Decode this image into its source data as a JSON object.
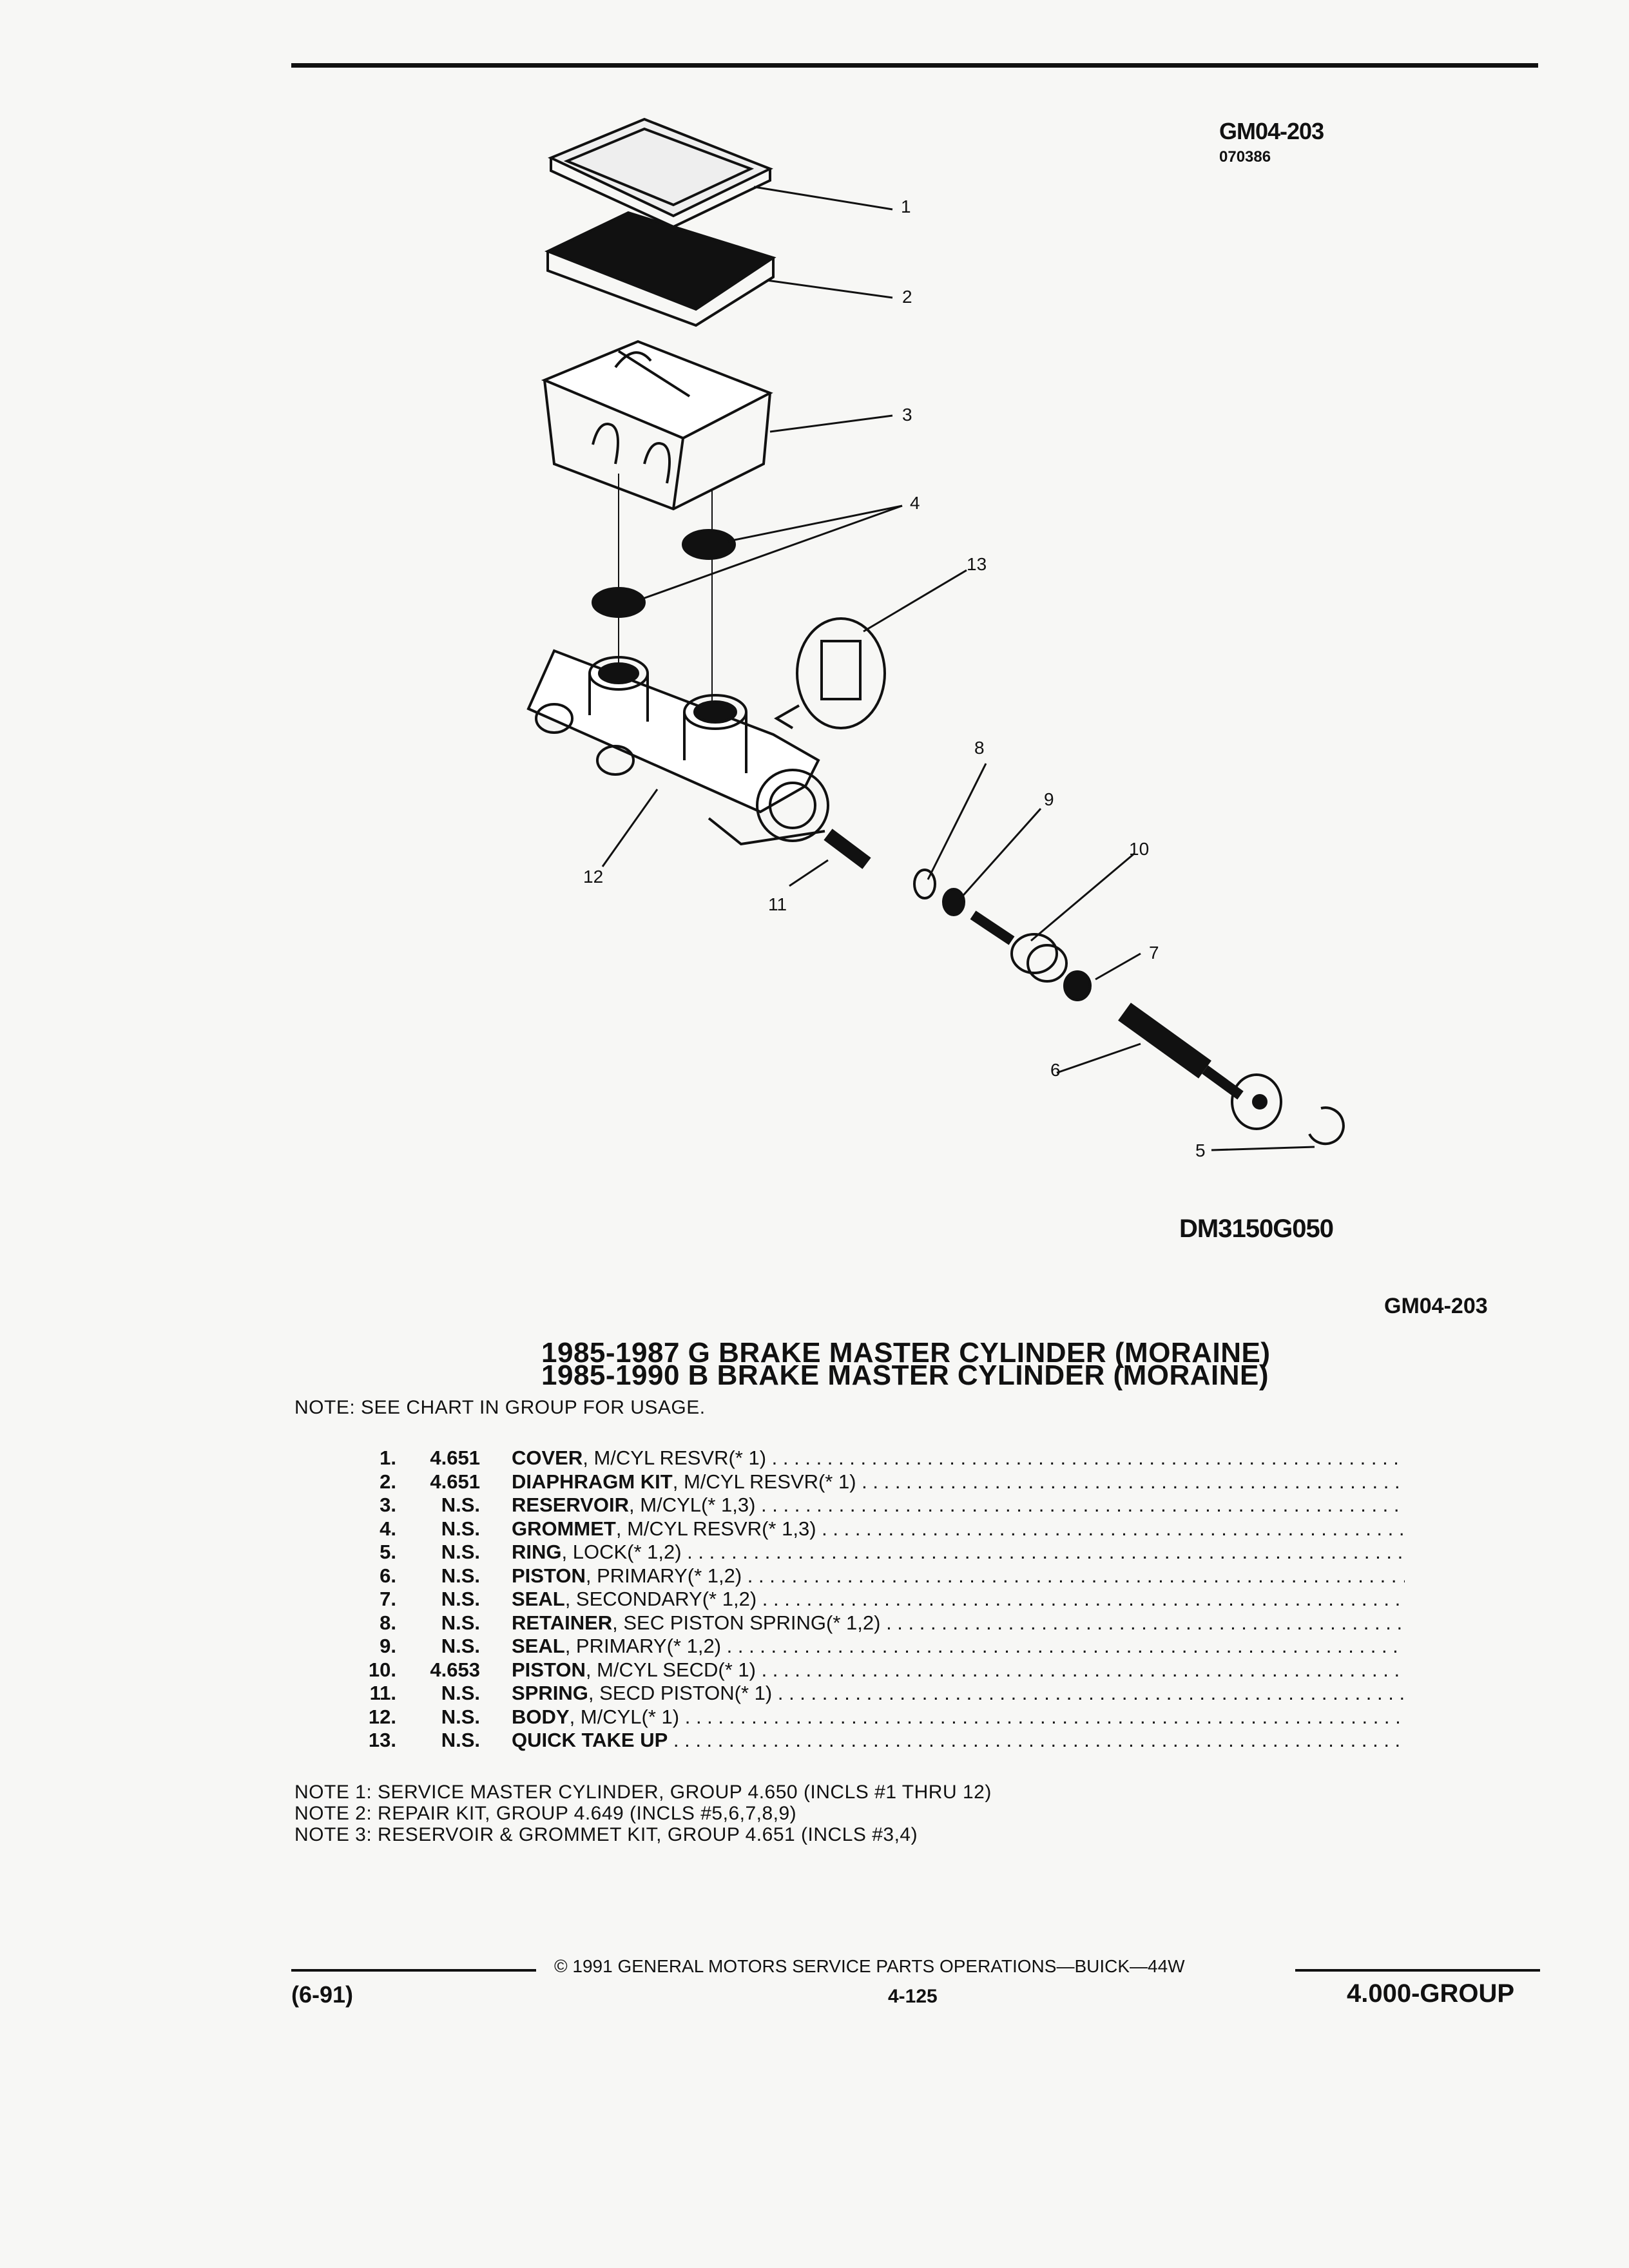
{
  "header": {
    "figure_id": "GM04-203",
    "figure_date": "070386"
  },
  "diagram": {
    "code": "DM3150G050",
    "callouts": [
      "1",
      "2",
      "3",
      "4",
      "13",
      "8",
      "9",
      "10",
      "7",
      "6",
      "5",
      "12",
      "11"
    ]
  },
  "group_ref": "GM04-203",
  "title": {
    "line1": "1985-1987 G BRAKE MASTER CYLINDER (MORAINE)",
    "line2": "1985-1990 B BRAKE MASTER CYLINDER (MORAINE)"
  },
  "note_main": "NOTE:  SEE CHART IN GROUP FOR USAGE.",
  "parts": [
    {
      "num": "1.",
      "group": "4.651",
      "name": "COVER",
      "desc": ", M/CYL RESVR(* 1)"
    },
    {
      "num": "2.",
      "group": "4.651",
      "name": "DIAPHRAGM KIT",
      "desc": ", M/CYL RESVR(* 1)"
    },
    {
      "num": "3.",
      "group": "N.S.",
      "name": "RESERVOIR",
      "desc": ", M/CYL(* 1,3)"
    },
    {
      "num": "4.",
      "group": "N.S.",
      "name": "GROMMET",
      "desc": ", M/CYL RESVR(* 1,3)"
    },
    {
      "num": "5.",
      "group": "N.S.",
      "name": "RING",
      "desc": ", LOCK(* 1,2)"
    },
    {
      "num": "6.",
      "group": "N.S.",
      "name": "PISTON",
      "desc": ", PRIMARY(* 1,2)"
    },
    {
      "num": "7.",
      "group": "N.S.",
      "name": "SEAL",
      "desc": ", SECONDARY(* 1,2)"
    },
    {
      "num": "8.",
      "group": "N.S.",
      "name": "RETAINER",
      "desc": ", SEC PISTON SPRING(* 1,2)"
    },
    {
      "num": "9.",
      "group": "N.S.",
      "name": "SEAL",
      "desc": ", PRIMARY(* 1,2)"
    },
    {
      "num": "10.",
      "group": "4.653",
      "name": "PISTON",
      "desc": ", M/CYL SECD(* 1)"
    },
    {
      "num": "11.",
      "group": "N.S.",
      "name": "SPRING",
      "desc": ", SECD PISTON(* 1)"
    },
    {
      "num": "12.",
      "group": "N.S.",
      "name": "BODY",
      "desc": ", M/CYL(* 1)"
    },
    {
      "num": "13.",
      "group": "N.S.",
      "name": "QUICK TAKE UP",
      "desc": ""
    }
  ],
  "notes": [
    "NOTE  1:  SERVICE MASTER CYLINDER, GROUP 4.650 (INCLS #1 THRU 12)",
    "NOTE  2:  REPAIR KIT, GROUP 4.649 (INCLS #5,6,7,8,9)",
    "NOTE  3:  RESERVOIR & GROMMET KIT, GROUP 4.651 (INCLS #3,4)"
  ],
  "footer": {
    "copyright": "©  1991  GENERAL MOTORS SERVICE PARTS OPERATIONS—BUICK—44W",
    "date": "(6-91)",
    "page": "4-125",
    "group": "4.000-GROUP"
  }
}
